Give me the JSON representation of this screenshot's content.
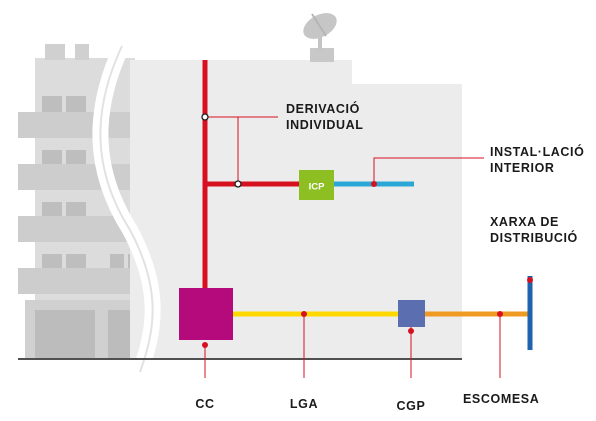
{
  "colors": {
    "red_line": "#d7101f",
    "yellow_line": "#ffd800",
    "orange_line": "#ef9a22",
    "blue_line": "#2aa7d6",
    "distribution_blue": "#1f62ad",
    "cc_box": "#b40a7b",
    "icp_box": "#8dbf23",
    "cgp_box": "#5b6fb0",
    "building_light": "#e8e8e8",
    "building_mid": "#d6d6d6",
    "building_dark": "#bdbdbd",
    "ground": "#505050"
  },
  "labels": {
    "derivacio": [
      "DERIVACIÓ",
      "INDIVIDUAL"
    ],
    "installacio": [
      "INSTAL·LACIÓ",
      "INTERIOR"
    ],
    "xarxa": [
      "XARXA DE",
      "DISTRIBUCIÓ"
    ],
    "cc": "CC",
    "lga": "LGA",
    "cgp": "CGP",
    "escomesa": "ESCOMESA",
    "icp": "ICP"
  },
  "icons": [
    "satellite-dish-icon",
    "building-illustration"
  ]
}
